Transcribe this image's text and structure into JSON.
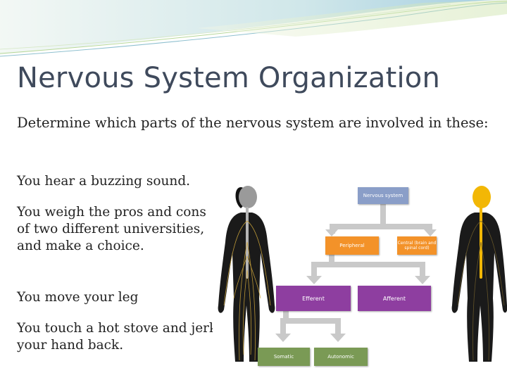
{
  "slide": {
    "title": "Nervous System Organization",
    "intro": "Determine which parts of the nervous system are involved in these:",
    "items": [
      "You hear a buzzing sound.",
      "You weigh the pros and cons of two different universities, and make a choice.",
      "You move your leg",
      "You touch a hot stove and jerk your hand back."
    ]
  },
  "diagram": {
    "nodes": {
      "nervous_system": "Nervous system",
      "peripheral": "Peripheral",
      "central": "Central (brain and spinal cord)",
      "efferent": "Efferent",
      "afferent": "Afferent",
      "somatic": "Somatic",
      "autonomic": "Autonomic"
    },
    "colors": {
      "top": "#8a9ec8",
      "orange": "#f39229",
      "purple": "#8e3ea0",
      "green": "#7a9a55",
      "arrow": "#c9c9c9",
      "nerves_left": "#c9a23a",
      "nerves_right": "#f2b705"
    }
  }
}
